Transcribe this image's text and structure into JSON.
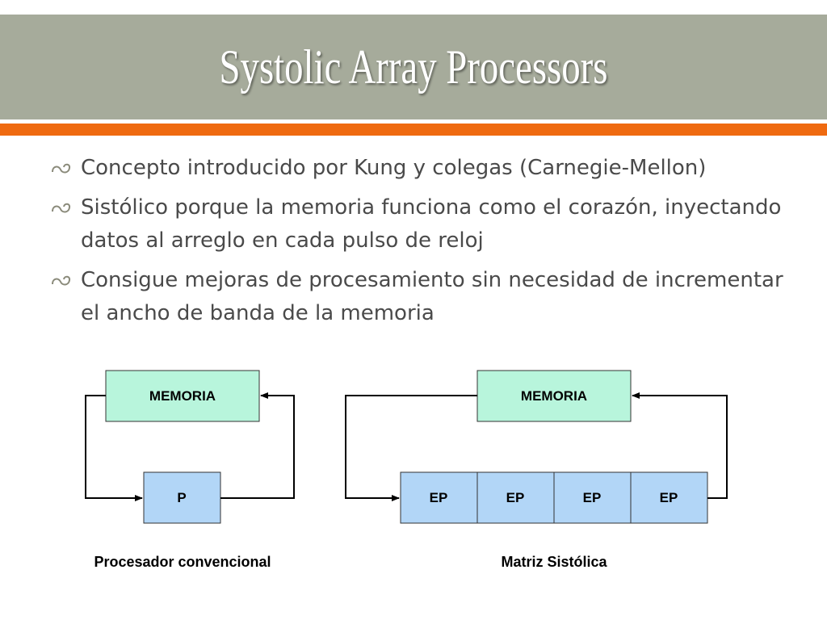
{
  "title": "Systolic Array Processors",
  "colors": {
    "title_band": "#a6ab9b",
    "accent_rule": "#ef6a10",
    "memory_box": "#b8f5dc",
    "processor_box": "#b2d6f7",
    "bullet_text": "#4a4a4a"
  },
  "bullets": [
    {
      "icon": "swash-bullet-icon",
      "text": "Concepto introducido por Kung y colegas (Carnegie-Mellon)"
    },
    {
      "icon": "swash-bullet-icon",
      "text": "Sistólico porque la memoria funciona como el corazón, inyectando datos al arreglo en cada pulso de reloj"
    },
    {
      "icon": "swash-bullet-icon",
      "text": "Consigue mejoras de procesamiento sin necesidad de incrementar el ancho de banda de la memoria"
    }
  ],
  "diagram_conventional": {
    "memory_label": "MEMORIA",
    "processor_label": "P",
    "caption": "Procesador convencional"
  },
  "diagram_systolic": {
    "memory_label": "MEMORIA",
    "elements": [
      "EP",
      "EP",
      "EP",
      "EP"
    ],
    "caption": "Matriz Sistólica"
  }
}
